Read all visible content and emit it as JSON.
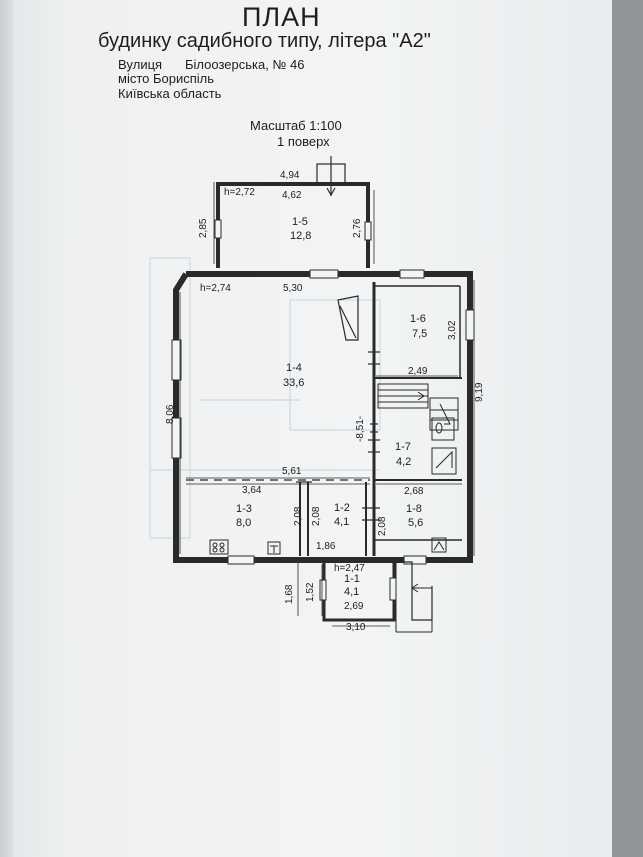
{
  "document": {
    "title": "ПЛАН",
    "subtitle": "будинку садибного типу, літера \"А2\"",
    "address": {
      "label": "Вулиця",
      "street": "Білоозерська, № 46",
      "city": "місто Бориспіль",
      "region": "Київська область"
    },
    "scale": "Масштаб 1:100",
    "floor": "1 поверх"
  },
  "rooms": {
    "r1_1": {
      "id": "1-1",
      "area": "4,1"
    },
    "r1_2": {
      "id": "1-2",
      "area": "4,1"
    },
    "r1_3": {
      "id": "1-3",
      "area": "8,0"
    },
    "r1_4": {
      "id": "1-4",
      "area": "33,6"
    },
    "r1_5": {
      "id": "1-5",
      "area": "12,8"
    },
    "r1_6": {
      "id": "1-6",
      "area": "7,5"
    },
    "r1_7": {
      "id": "1-7",
      "area": "4,2"
    },
    "r1_8": {
      "id": "1-8",
      "area": "5,6"
    }
  },
  "dimensions": {
    "d494": "4,94",
    "d462": "4,62",
    "h272": "h=2,72",
    "d285": "2,85",
    "d276": "2,76",
    "h274": "h=2,74",
    "d530": "5,30",
    "d302": "3,02",
    "d249": "2,49",
    "d919": "9,19",
    "d806": "8,06",
    "d851": "-8,51-",
    "d561": "5,61",
    "d364": "3,64",
    "d268": "2,68",
    "d208a": "2,08",
    "d208b": "2,08",
    "d208c": "2,08",
    "d186": "1,86",
    "h247": "h=2,47",
    "d168": "1,68",
    "d152": "1,52",
    "d269": "2,69",
    "d310": "3,10"
  }
}
